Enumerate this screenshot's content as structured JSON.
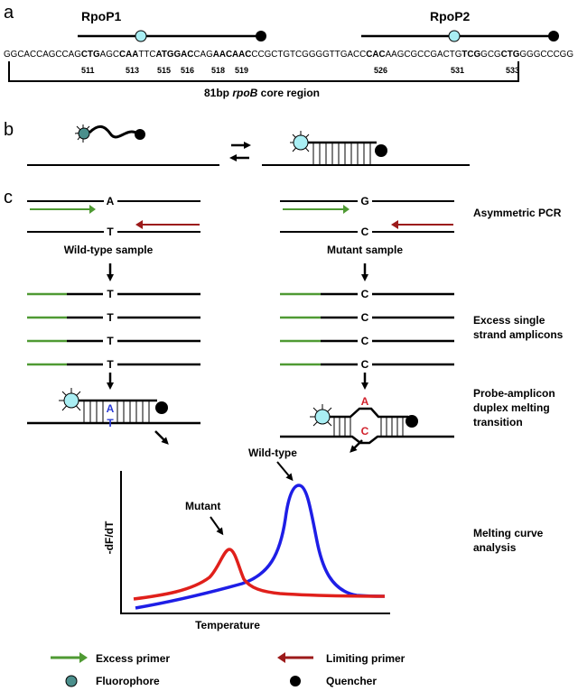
{
  "panel_a": {
    "letter": "a",
    "probe1_label": "RpoP1",
    "probe2_label": "RpoP2",
    "sequence_parts": [
      {
        "text": "GGCACCAGCCAG",
        "bold": false
      },
      {
        "text": "CTG",
        "bold": true
      },
      {
        "text": "AGC",
        "bold": false
      },
      {
        "text": "CAA",
        "bold": true
      },
      {
        "text": "TTC",
        "bold": false
      },
      {
        "text": "ATGGAC",
        "bold": true
      },
      {
        "text": "CAG",
        "bold": false
      },
      {
        "text": "AACAAC",
        "bold": true
      },
      {
        "text": "CCGCTGTCGGGGTTGACC",
        "bold": false
      },
      {
        "text": "CAC",
        "bold": true
      },
      {
        "text": "AAGCGCCGACTG",
        "bold": false
      },
      {
        "text": "TCG",
        "bold": true
      },
      {
        "text": "GCG",
        "bold": false
      },
      {
        "text": "CTG",
        "bold": true
      },
      {
        "text": "GGGCCCGG",
        "bold": false
      }
    ],
    "codons": [
      "511",
      "513",
      "515",
      "516",
      "518",
      "519",
      "526",
      "531",
      "533"
    ],
    "core_region_prefix": "81bp ",
    "core_region_gene": "rpoB",
    "core_region_suffix": " core region"
  },
  "panel_b": {
    "letter": "b"
  },
  "panel_c": {
    "letter": "c",
    "wt_top_base": "A",
    "wt_bottom_base": "T",
    "mut_top_base": "G",
    "mut_bottom_base": "C",
    "wt_sample_label": "Wild-type sample",
    "mut_sample_label": "Mutant sample",
    "wt_strand_base": "T",
    "mut_strand_base": "C",
    "wt_duplex_top": "A",
    "wt_duplex_bottom": "T",
    "mut_duplex_top": "A",
    "mut_duplex_bottom": "C",
    "step_labels": {
      "asymmetric_pcr": "Asymmetric PCR",
      "excess_line1": "Excess single",
      "excess_line2": "strand amplicons",
      "duplex_line1": "Probe-amplicon",
      "duplex_line2": "duplex melting",
      "duplex_line3": "transition",
      "melting_line1": "Melting curve",
      "melting_line2": "analysis"
    }
  },
  "melt_chart": {
    "ylabel": "-dF/dT",
    "xlabel": "Temperature",
    "mutant_label": "Mutant",
    "wildtype_label": "Wild-type",
    "colors": {
      "mutant": "#e0201b",
      "wildtype": "#1e1ee6"
    }
  },
  "legend": {
    "excess_primer": "Excess primer",
    "limiting_primer": "Limiting primer",
    "fluorophore": "Fluorophore",
    "quencher": "Quencher"
  },
  "colors": {
    "excess_primer": "#4f9a33",
    "limiting_primer": "#9c1a1a",
    "fluorophore_probe": "#a9eef3",
    "fluorophore_legend": "#4b8f8c",
    "quencher": "#000000",
    "mismatch": "#d2222d",
    "match_blue": "#2a3bd6"
  }
}
